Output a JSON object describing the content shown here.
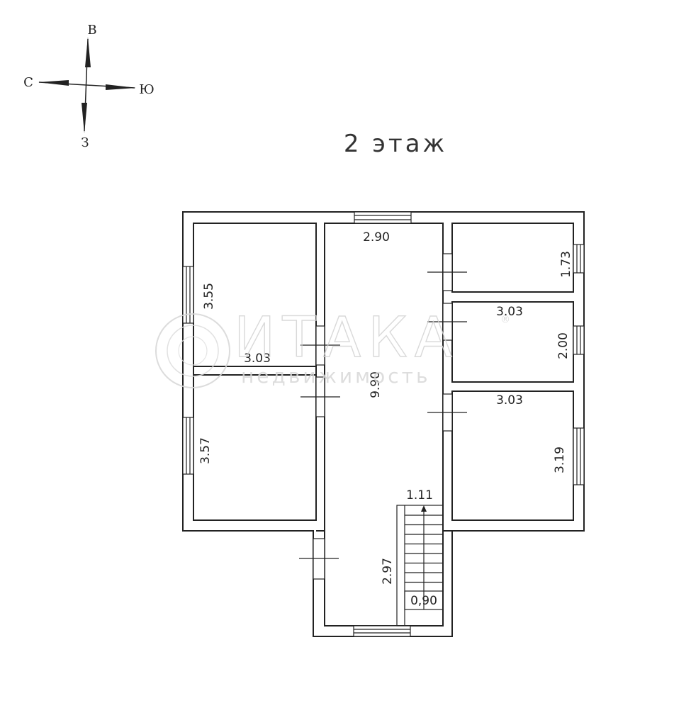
{
  "title": "2 этаж",
  "compass": {
    "north": "В",
    "west": "С",
    "east": "Ю",
    "south": "З"
  },
  "watermark": {
    "brand": "ИТАКА",
    "registered": "®",
    "sub": "недвижимость"
  },
  "dimensions": {
    "top_hall_width": "2.90",
    "room_nw_length": "3.55",
    "room_nw_width": "3.03",
    "room_sw_length": "3.57",
    "hall_length": "9.90",
    "room_ne_length": "1.73",
    "room_e_width": "3.03",
    "room_e_length": "2.00",
    "room_se_width": "3.03",
    "room_se_length": "3.19",
    "stair_width": "1.11",
    "stair_length": "2.97",
    "stair_landing": "0,90"
  }
}
